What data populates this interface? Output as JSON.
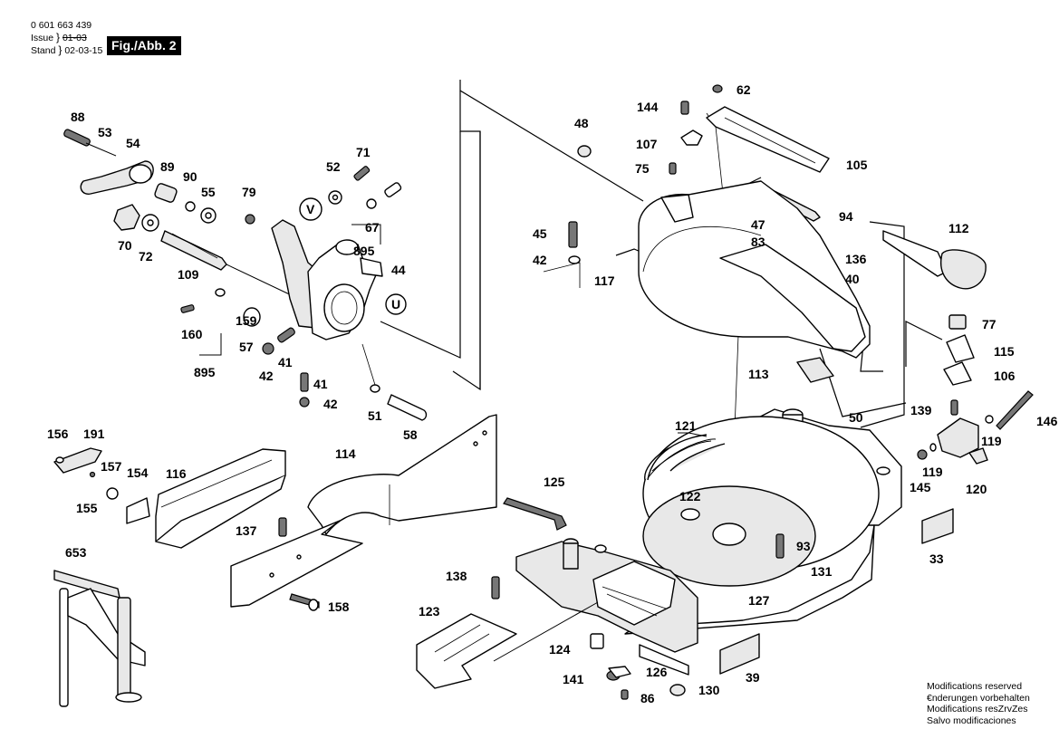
{
  "header": {
    "part_number": "0 601 663 439",
    "issue_label": "Issue",
    "issue_value": "01-03",
    "stand_label": "Stand",
    "stand_value": "02-03-15",
    "figure_label": "Fig./Abb. 2"
  },
  "notes": [
    "Modifications reserved",
    "€nderungen vorbehalten",
    "Modifications resZrvZes",
    "Salvo modificaciones"
  ],
  "callouts": [
    {
      "id": "c88",
      "text": "88"
    },
    {
      "id": "c53",
      "text": "53"
    },
    {
      "id": "c54",
      "text": "54"
    },
    {
      "id": "c89",
      "text": "89"
    },
    {
      "id": "c90",
      "text": "90"
    },
    {
      "id": "c55",
      "text": "55"
    },
    {
      "id": "c79",
      "text": "79"
    },
    {
      "id": "c52",
      "text": "52"
    },
    {
      "id": "c71",
      "text": "71"
    },
    {
      "id": "cV",
      "text": "V"
    },
    {
      "id": "c67",
      "text": "67"
    },
    {
      "id": "c895a",
      "text": "895"
    },
    {
      "id": "c44",
      "text": "44"
    },
    {
      "id": "cU",
      "text": "U"
    },
    {
      "id": "c70",
      "text": "70"
    },
    {
      "id": "c72",
      "text": "72"
    },
    {
      "id": "c109",
      "text": "109"
    },
    {
      "id": "c160",
      "text": "160"
    },
    {
      "id": "c159",
      "text": "159"
    },
    {
      "id": "c57",
      "text": "57"
    },
    {
      "id": "c42a",
      "text": "42"
    },
    {
      "id": "c41a",
      "text": "41"
    },
    {
      "id": "c895b",
      "text": "895"
    },
    {
      "id": "c41b",
      "text": "41"
    },
    {
      "id": "c42b",
      "text": "42"
    },
    {
      "id": "c51",
      "text": "51"
    },
    {
      "id": "c58",
      "text": "58"
    },
    {
      "id": "c48",
      "text": "48"
    },
    {
      "id": "c144",
      "text": "144"
    },
    {
      "id": "c62",
      "text": "62"
    },
    {
      "id": "c107",
      "text": "107"
    },
    {
      "id": "c75",
      "text": "75"
    },
    {
      "id": "c105",
      "text": "105"
    },
    {
      "id": "c94",
      "text": "94"
    },
    {
      "id": "c45",
      "text": "45"
    },
    {
      "id": "c47",
      "text": "47"
    },
    {
      "id": "c83",
      "text": "83"
    },
    {
      "id": "c42c",
      "text": "42"
    },
    {
      "id": "c117",
      "text": "117"
    },
    {
      "id": "c136",
      "text": "136"
    },
    {
      "id": "c40",
      "text": "40"
    },
    {
      "id": "c112",
      "text": "112"
    },
    {
      "id": "c77",
      "text": "77"
    },
    {
      "id": "c115",
      "text": "115"
    },
    {
      "id": "c113",
      "text": "113"
    },
    {
      "id": "c106",
      "text": "106"
    },
    {
      "id": "c139",
      "text": "139"
    },
    {
      "id": "c146",
      "text": "146"
    },
    {
      "id": "c119a",
      "text": "119"
    },
    {
      "id": "c119b",
      "text": "119"
    },
    {
      "id": "c145",
      "text": "145"
    },
    {
      "id": "c120",
      "text": "120"
    },
    {
      "id": "c50",
      "text": "50"
    },
    {
      "id": "c121",
      "text": "121"
    },
    {
      "id": "c122",
      "text": "122"
    },
    {
      "id": "c125",
      "text": "125"
    },
    {
      "id": "c93",
      "text": "93"
    },
    {
      "id": "c131",
      "text": "131"
    },
    {
      "id": "c33",
      "text": "33"
    },
    {
      "id": "c127",
      "text": "127"
    },
    {
      "id": "c156",
      "text": "156"
    },
    {
      "id": "c191",
      "text": "191"
    },
    {
      "id": "c157",
      "text": "157"
    },
    {
      "id": "c154",
      "text": "154"
    },
    {
      "id": "c155",
      "text": "155"
    },
    {
      "id": "c116",
      "text": "116"
    },
    {
      "id": "c114",
      "text": "114"
    },
    {
      "id": "c137",
      "text": "137"
    },
    {
      "id": "c158",
      "text": "158"
    },
    {
      "id": "c653",
      "text": "653"
    },
    {
      "id": "c138",
      "text": "138"
    },
    {
      "id": "c123",
      "text": "123"
    },
    {
      "id": "c124",
      "text": "124"
    },
    {
      "id": "c141",
      "text": "141"
    },
    {
      "id": "c126",
      "text": "126"
    },
    {
      "id": "c86",
      "text": "86"
    },
    {
      "id": "c130",
      "text": "130"
    },
    {
      "id": "c39",
      "text": "39"
    }
  ]
}
